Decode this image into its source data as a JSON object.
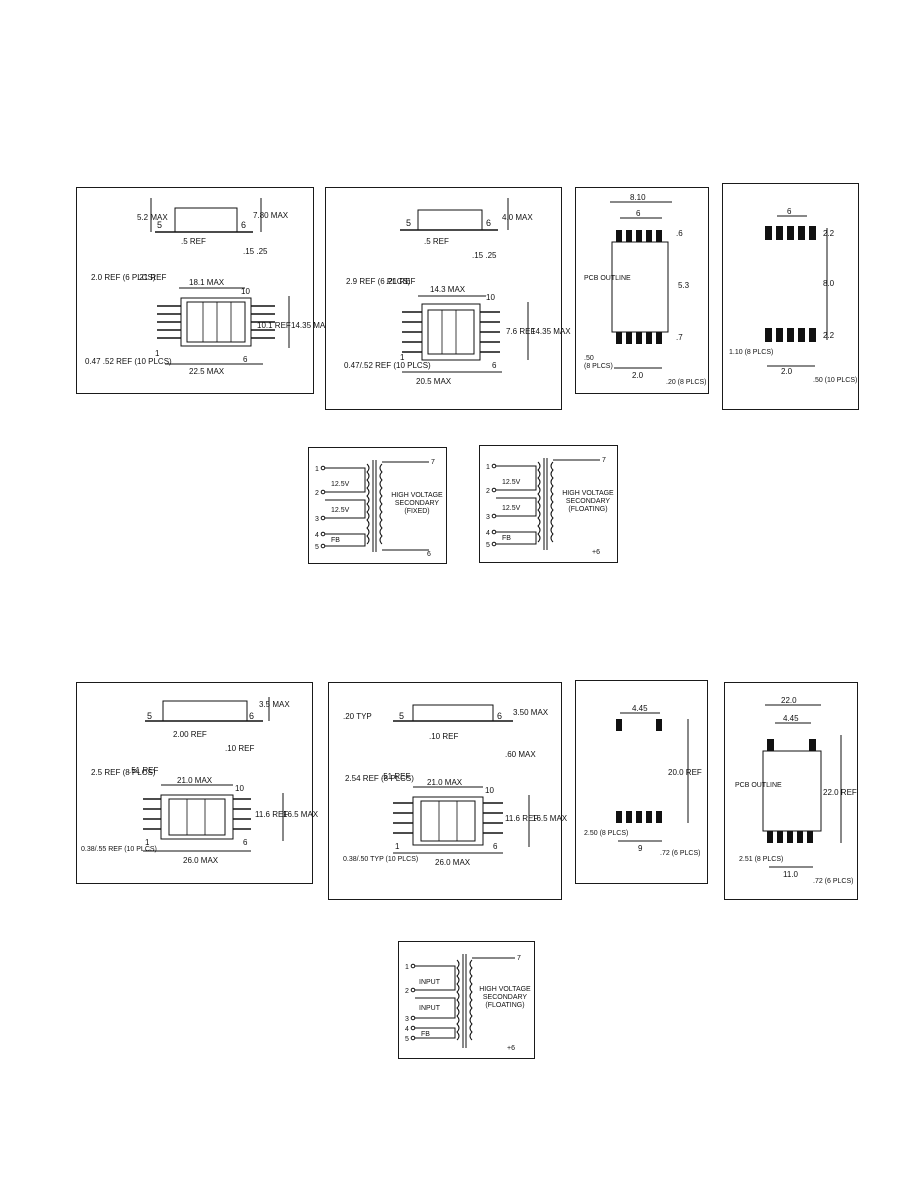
{
  "p1": {
    "side": {
      "lead_left": "5",
      "lead_right": "6",
      "height": "5.2 MAX",
      "standoff": ".5 REF",
      "thickness": "7.80 MAX",
      "gauge": ".15 .25"
    },
    "top": {
      "lead_pitch": "2.0 REF (6 PLCS)",
      "pin_left_top": ".21 REF",
      "body_length": "18.1 MAX",
      "pin_right_top": "10",
      "body_ref": "10.1 REF",
      "body_width": "14.35 MAX",
      "lead_ref": "0.47 .52 REF (10 PLCS)",
      "pin_left_bottom": "1",
      "overall_length": "22.5 MAX",
      "pin_right_bottom": "6"
    }
  },
  "p2": {
    "side": {
      "lead_left": "5",
      "lead_right": "6",
      "standoff": ".5 REF",
      "height": "4.0 MAX",
      "gauge": ".15 .25"
    },
    "top": {
      "lead_pitch": "2.9 REF (6 PLCS)",
      "pin_left_top": ".21 REF",
      "body_length": "14.3 MAX",
      "pin_right_top": "10",
      "body_ref": "7.6 REF",
      "body_width": "14.35 MAX",
      "lead_ref": "0.47/.52 REF (10 PLCS)",
      "pin_left_bottom": "1",
      "overall_length": "20.5 MAX",
      "pin_right_bottom": "6"
    }
  },
  "p3": {
    "top_width": "8.10",
    "inner": "6",
    "pad_h": ".6",
    "pcb_outline": "PCB OUTLINE",
    "height": "5.3",
    "pad_w": ".7",
    "pitch": "2.0",
    "pad_width": ".50",
    "pitch_count": "(8 PLCS)",
    "lead_spacing": ".20 (8 PLCS)"
  },
  "p4": {
    "top_width": "6",
    "pad_h": "2.2",
    "gap": "8.0",
    "pad_h2": "2.2",
    "pad_width": "1.10 (8 PLCS)",
    "pitch": "2.0",
    "pad_len": ".50 (10 PLCS)"
  },
  "schem1": {
    "pin1": "1",
    "pin2": "2",
    "pin3": "3",
    "pin4": "4",
    "pin5": "5",
    "pin_out": "7",
    "pin_out2": "6",
    "label_a": "12.5V",
    "label_b": "12.5V",
    "label_c": "FB",
    "secondary": "HIGH VOLTAGE SECONDARY (FIXED)"
  },
  "schem2": {
    "pin1": "1",
    "pin2": "2",
    "pin3": "3",
    "pin4": "4",
    "pin5": "5",
    "pin_out": "7",
    "pin_out2": "+6",
    "label_a": "12.5V",
    "label_b": "12.5V",
    "label_c": "FB",
    "secondary": "HIGH VOLTAGE SECONDARY (FLOATING)"
  },
  "p5": {
    "side": {
      "lead_left": "5",
      "lead_right": "6",
      "pitch": "2.00 REF",
      "height": "3.5 MAX",
      "standoff": ".10 REF"
    },
    "top": {
      "lead_pitch": "2.5 REF (8 PLCS)",
      "pin_left_top": ".51 REF",
      "body_length": "21.0 MAX",
      "pin_right_top": "10",
      "body_ref": "11.6 REF",
      "body_width": "16.5 MAX",
      "lead_ref": "0.38/.55 REF (10 PLCS)",
      "pin_left_bottom": "1",
      "overall_length": "26.0 MAX",
      "pin_right_bottom": "6"
    }
  },
  "p6": {
    "side": {
      "thickness": ".20 TYP",
      "lead_left": "5",
      "lead_right": "6",
      "standoff": ".10 REF",
      "height": "3.50 MAX",
      "gauge": ".60 MAX"
    },
    "top": {
      "lead_pitch": "2.54 REF (8 PLCS)",
      "pin_left_top": ".51 REF",
      "body_length": "21.0 MAX",
      "pin_right_top": "10",
      "body_ref": "11.6 REF",
      "body_width": "16.5 MAX",
      "lead_ref": "0.38/.50 TYP (10 PLCS)",
      "pin_left_bottom": "1",
      "overall_length": "26.0 MAX",
      "pin_right_bottom": "6"
    }
  },
  "p7": {
    "top": "4.45",
    "height": "20.0 REF",
    "pad_w": "2.50 (8 PLCS)",
    "pitch": "9",
    "pad_len": ".72 (6 PLCS)"
  },
  "p8": {
    "top": "22.0",
    "inner": "4.45",
    "pcb_outline": "PCB OUTLINE",
    "height": "22.0 REF",
    "pad_w": "2.51 (8 PLCS)",
    "pitch": "11.0",
    "pad_len": ".72 (6 PLCS)"
  },
  "schem3": {
    "pin1": "1",
    "pin2": "2",
    "pin3": "3",
    "pin4": "4",
    "pin5": "5",
    "pin_out": "7",
    "pin_out2": "+6",
    "label_a": "INPUT",
    "label_b": "INPUT",
    "label_c": "FB",
    "secondary": "HIGH VOLTAGE SECONDARY (FLOATING)"
  }
}
